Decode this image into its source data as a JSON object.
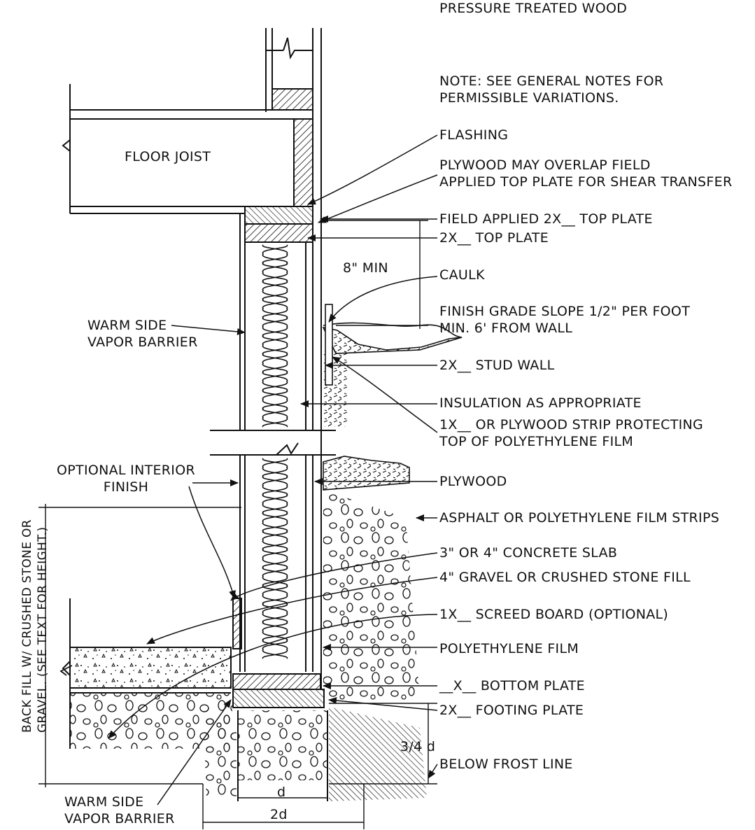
{
  "labels": {
    "pressure_treated_wood": "PRESSURE TREATED WOOD",
    "note": [
      "NOTE: SEE GENERAL NOTES FOR",
      "PERMISSIBLE VARIATIONS."
    ],
    "floor_joist": "FLOOR JOIST",
    "flashing": "FLASHING",
    "plywood_overlap": [
      "PLYWOOD MAY OVERLAP FIELD",
      "APPLIED TOP PLATE FOR SHEAR TRANSFER"
    ],
    "field_top_plate": "FIELD APPLIED 2X__ TOP PLATE",
    "top_plate": "2X__ TOP PLATE",
    "min_8": "8\" MIN",
    "caulk": "CAULK",
    "finish_grade": [
      "FINISH GRADE SLOPE 1/2\" PER FOOT",
      "MIN. 6' FROM WALL"
    ],
    "warm_side_vb_upper": [
      "WARM SIDE",
      "VAPOR BARRIER"
    ],
    "stud_wall": "2X__ STUD WALL",
    "insulation": "INSULATION AS APPROPRIATE",
    "strip": [
      "1X__ OR PLYWOOD STRIP PROTECTING",
      "TOP OF POLYETHYLENE FILM"
    ],
    "interior_finish": [
      "OPTIONAL INTERIOR",
      "FINISH"
    ],
    "plywood": "PLYWOOD",
    "asphalt": "ASPHALT OR POLYETHYLENE FILM STRIPS",
    "slab": "3\" OR 4\" CONCRETE SLAB",
    "gravel": "4\" GRAVEL OR CRUSHED STONE FILL",
    "screed": "1X__ SCREED BOARD (OPTIONAL)",
    "poly_film": "POLYETHYLENE FILM",
    "bottom_plate": "__X__ BOTTOM PLATE",
    "footing_plate": "2X__ FOOTING PLATE",
    "three_quarter_d": "3/4 d",
    "below_frost": "BELOW FROST LINE",
    "d": "d",
    "two_d": "2d",
    "warm_side_vb_lower": [
      "WARM SIDE",
      "VAPOR BARRIER"
    ],
    "backfill": [
      "BACK FILL W/ CRUSHED STONE OR",
      "GRAVEL. (SEE TEXT FOR HEIGHT.)"
    ]
  }
}
